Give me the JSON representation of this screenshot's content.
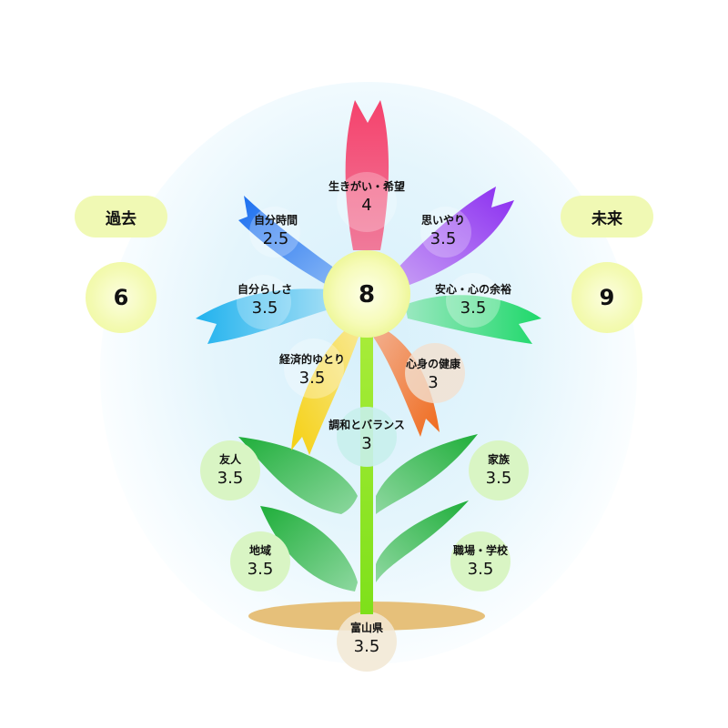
{
  "past": {
    "label": "過去",
    "value": "6"
  },
  "future": {
    "label": "未来",
    "value": "9"
  },
  "center": {
    "value": "8"
  },
  "petals": [
    {
      "name": "生きがい・希望",
      "value": "4",
      "color": "#f0446f"
    },
    {
      "name": "思いやり",
      "value": "3.5",
      "color": "#9b45f0"
    },
    {
      "name": "安心・心の余裕",
      "value": "3.5",
      "color": "#2fd67a"
    },
    {
      "name": "心身の健康",
      "value": "3",
      "color": "#f07a2a"
    },
    {
      "name": "経済的ゆとり",
      "value": "3.5",
      "color": "#f5d82a"
    },
    {
      "name": "自分らしさ",
      "value": "3.5",
      "color": "#2fb8ee"
    },
    {
      "name": "自分時間",
      "value": "2.5",
      "color": "#2a78ee"
    }
  ],
  "stem": {
    "name": "調和とバランス",
    "value": "3",
    "color": "#8be62a"
  },
  "leaves": [
    {
      "name": "友人",
      "value": "3.5"
    },
    {
      "name": "家族",
      "value": "3.5"
    },
    {
      "name": "地域",
      "value": "3.5"
    },
    {
      "name": "職場・学校",
      "value": "3.5"
    }
  ],
  "soil": {
    "name": "富山県",
    "value": "3.5",
    "color": "#e6c07a"
  }
}
